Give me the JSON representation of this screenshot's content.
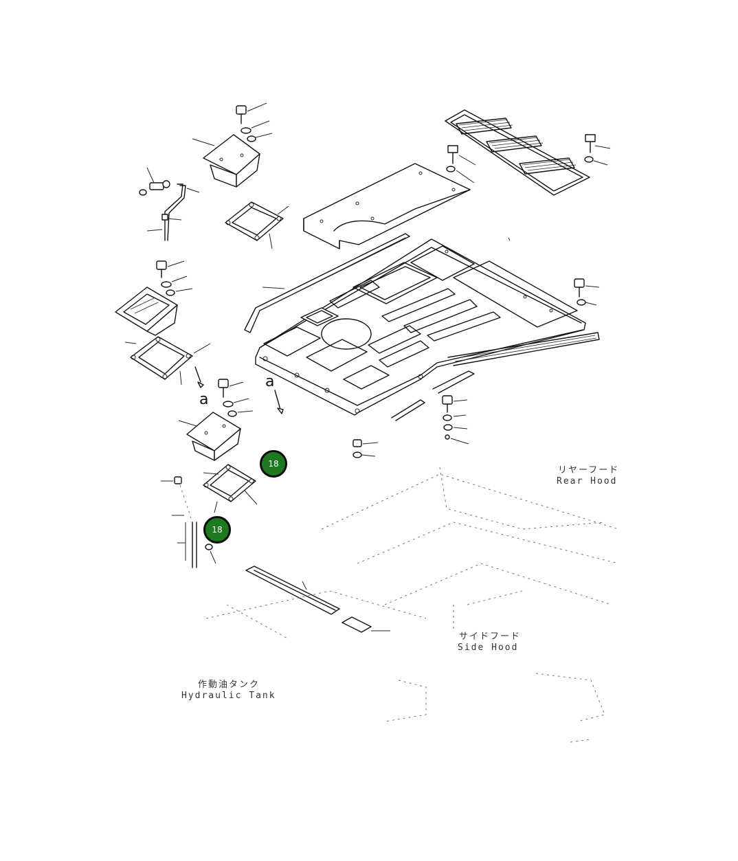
{
  "labels": {
    "rear_hood_jp": "リヤーフード",
    "rear_hood_en": "Rear Hood",
    "side_hood_jp": "サイドフード",
    "side_hood_en": "Side Hood",
    "hyd_tank_jp": "作動油タンク",
    "hyd_tank_en": "Hydraulic Tank",
    "view_a_1": "a",
    "view_a_2": "a"
  },
  "callouts": [
    {
      "number": "18"
    },
    {
      "number": "18"
    }
  ],
  "colors": {
    "callout_fill": "#1e7a1e",
    "callout_border": "#0b0b0b",
    "line": "#111111"
  }
}
